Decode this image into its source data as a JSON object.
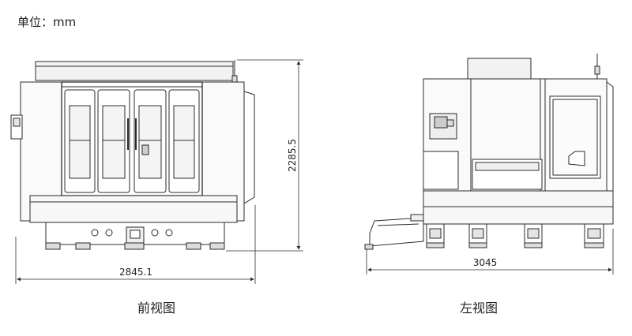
{
  "unit_label": "单位：mm",
  "front_view": {
    "caption": "前视图",
    "width_dim": "2845.1",
    "height_dim": "2285.5"
  },
  "left_view": {
    "caption": "左视图",
    "width_dim": "3045"
  },
  "colors": {
    "stroke": "#2b2b2b",
    "fill": "#ffffff",
    "shade": "#e9e9e9",
    "text": "#222222"
  }
}
